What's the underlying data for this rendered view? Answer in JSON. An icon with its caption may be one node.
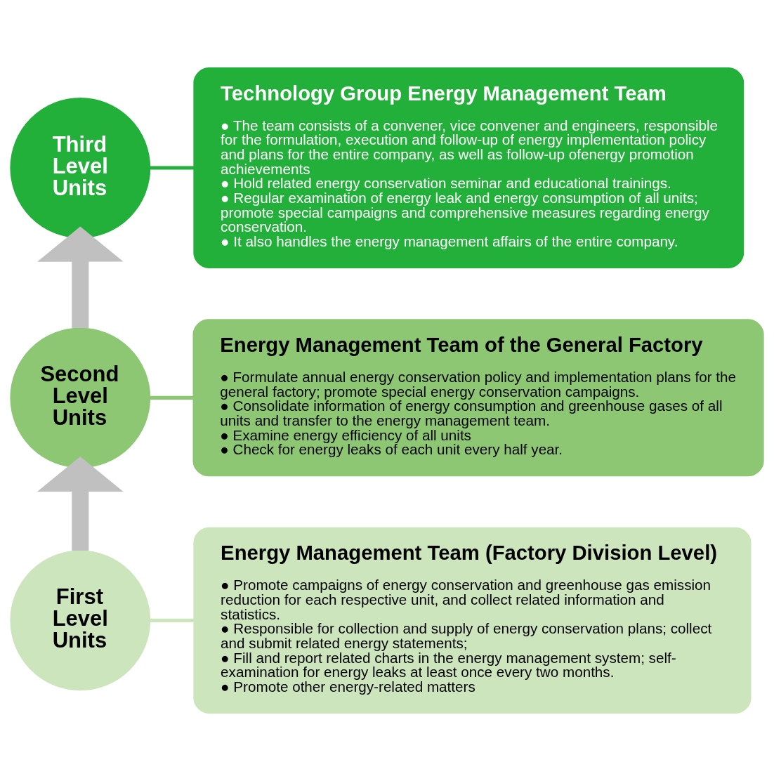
{
  "diagram": {
    "nodes": [
      {
        "text": [
          "Third Level Units"
        ]
      },
      {
        "text": [
          "Technology Group Energy Management Team",
          "● The team consists of a convener, vice convener and engineers, responsible for the formulation, execution and follow-up of energy implementation policy and plans for the entire company, as well as follow-up ofenergy promotion achievements",
          "● Hold related energy conservation seminar and educational trainings.",
          "● Regular examination of energy leak and energy consumption of all units; promote special campaigns and comprehensive measures regarding energy conservation.",
          "● It also handles the energy management affairs of the entire company."
        ]
      },
      {
        "text": [
          "Second Level Units"
        ]
      },
      {
        "text": [
          "Energy Management Team of the General Factory",
          "● Formulate annual energy conservation policy and implementation plans for the general factory; promote special energy conservation campaigns.",
          "● Consolidate information of energy consumption and greenhouse gases of all units and transfer to the energy management team.",
          "● Examine energy efficiency of all units",
          "● Check for energy leaks of each unit every half year."
        ]
      },
      {
        "text": [
          "First Level Units"
        ]
      },
      {
        "text": [
          "Energy Management Team (Factory Division Level)",
          "● Promote campaigns of energy conservation and greenhouse gas emission reduction for each respective unit, and collect related information and statistics.",
          "● Responsible for collection and supply of energy conservation plans; collect and submit related energy statements;",
          "● Fill and report related charts in the energy management system; self-examination for energy leaks at least once every two months.",
          "● Promote other energy-related matters"
        ]
      }
    ],
    "edges": [
      {
        "from": 0,
        "to": 1,
        "arrow": "none",
        "color": "#22b03a"
      },
      {
        "from": 2,
        "to": 3,
        "arrow": "none",
        "color": "#8dc774"
      },
      {
        "from": 4,
        "to": 5,
        "arrow": "none",
        "color": "#cde5bd"
      },
      {
        "from": 2,
        "to": 0,
        "arrow": "to",
        "style": "thick",
        "color": "#c0c0c0"
      },
      {
        "from": 4,
        "to": 2,
        "arrow": "to",
        "style": "thick",
        "color": "#c0c0c0"
      }
    ]
  }
}
